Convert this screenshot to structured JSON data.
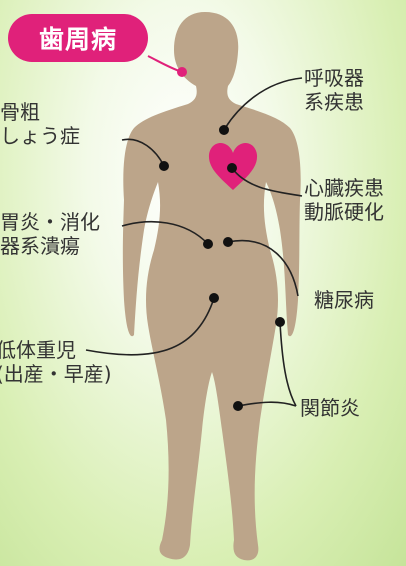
{
  "title_badge": "歯周病",
  "colors": {
    "body": "#bca58a",
    "accent": "#e0217a",
    "line": "#222222",
    "text": "#333333"
  },
  "labels": {
    "respiratory": [
      "呼吸器",
      "系疾患"
    ],
    "osteoporosis": [
      "骨粗",
      "しょう症"
    ],
    "heart": [
      "心臓疾患",
      "動脈硬化"
    ],
    "gastric": [
      "胃炎・消化",
      "器系潰瘍"
    ],
    "diabetes": "糖尿病",
    "birth": [
      "低体重児",
      "(出産・早産)"
    ],
    "joint": "関節炎"
  }
}
